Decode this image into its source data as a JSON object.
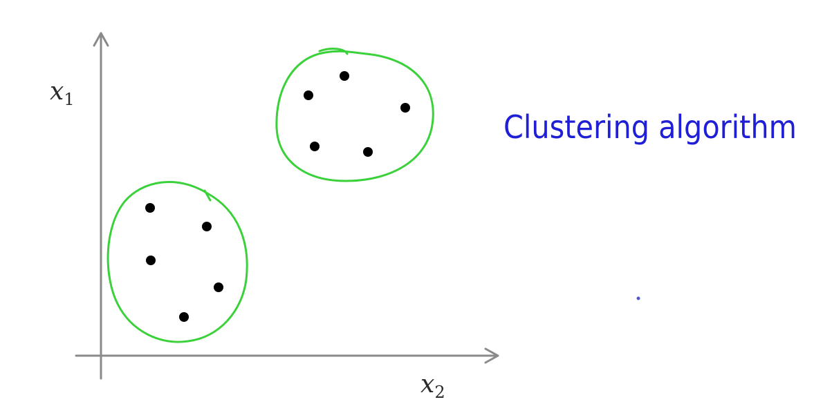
{
  "axes": {
    "x_label": "x",
    "x_sub": "2",
    "y_label": "x",
    "y_sub": "1",
    "axis_color": "#8a8a8a"
  },
  "clusters": [
    {
      "name": "cluster-lower-left",
      "outline_color": "#3ad13a",
      "point_count": 5
    },
    {
      "name": "cluster-upper-right",
      "outline_color": "#3ad13a",
      "point_count": 5
    }
  ],
  "annotation": {
    "text": "Clustering algorithm",
    "color": "#1f1fd6"
  },
  "point_color": "#000000"
}
